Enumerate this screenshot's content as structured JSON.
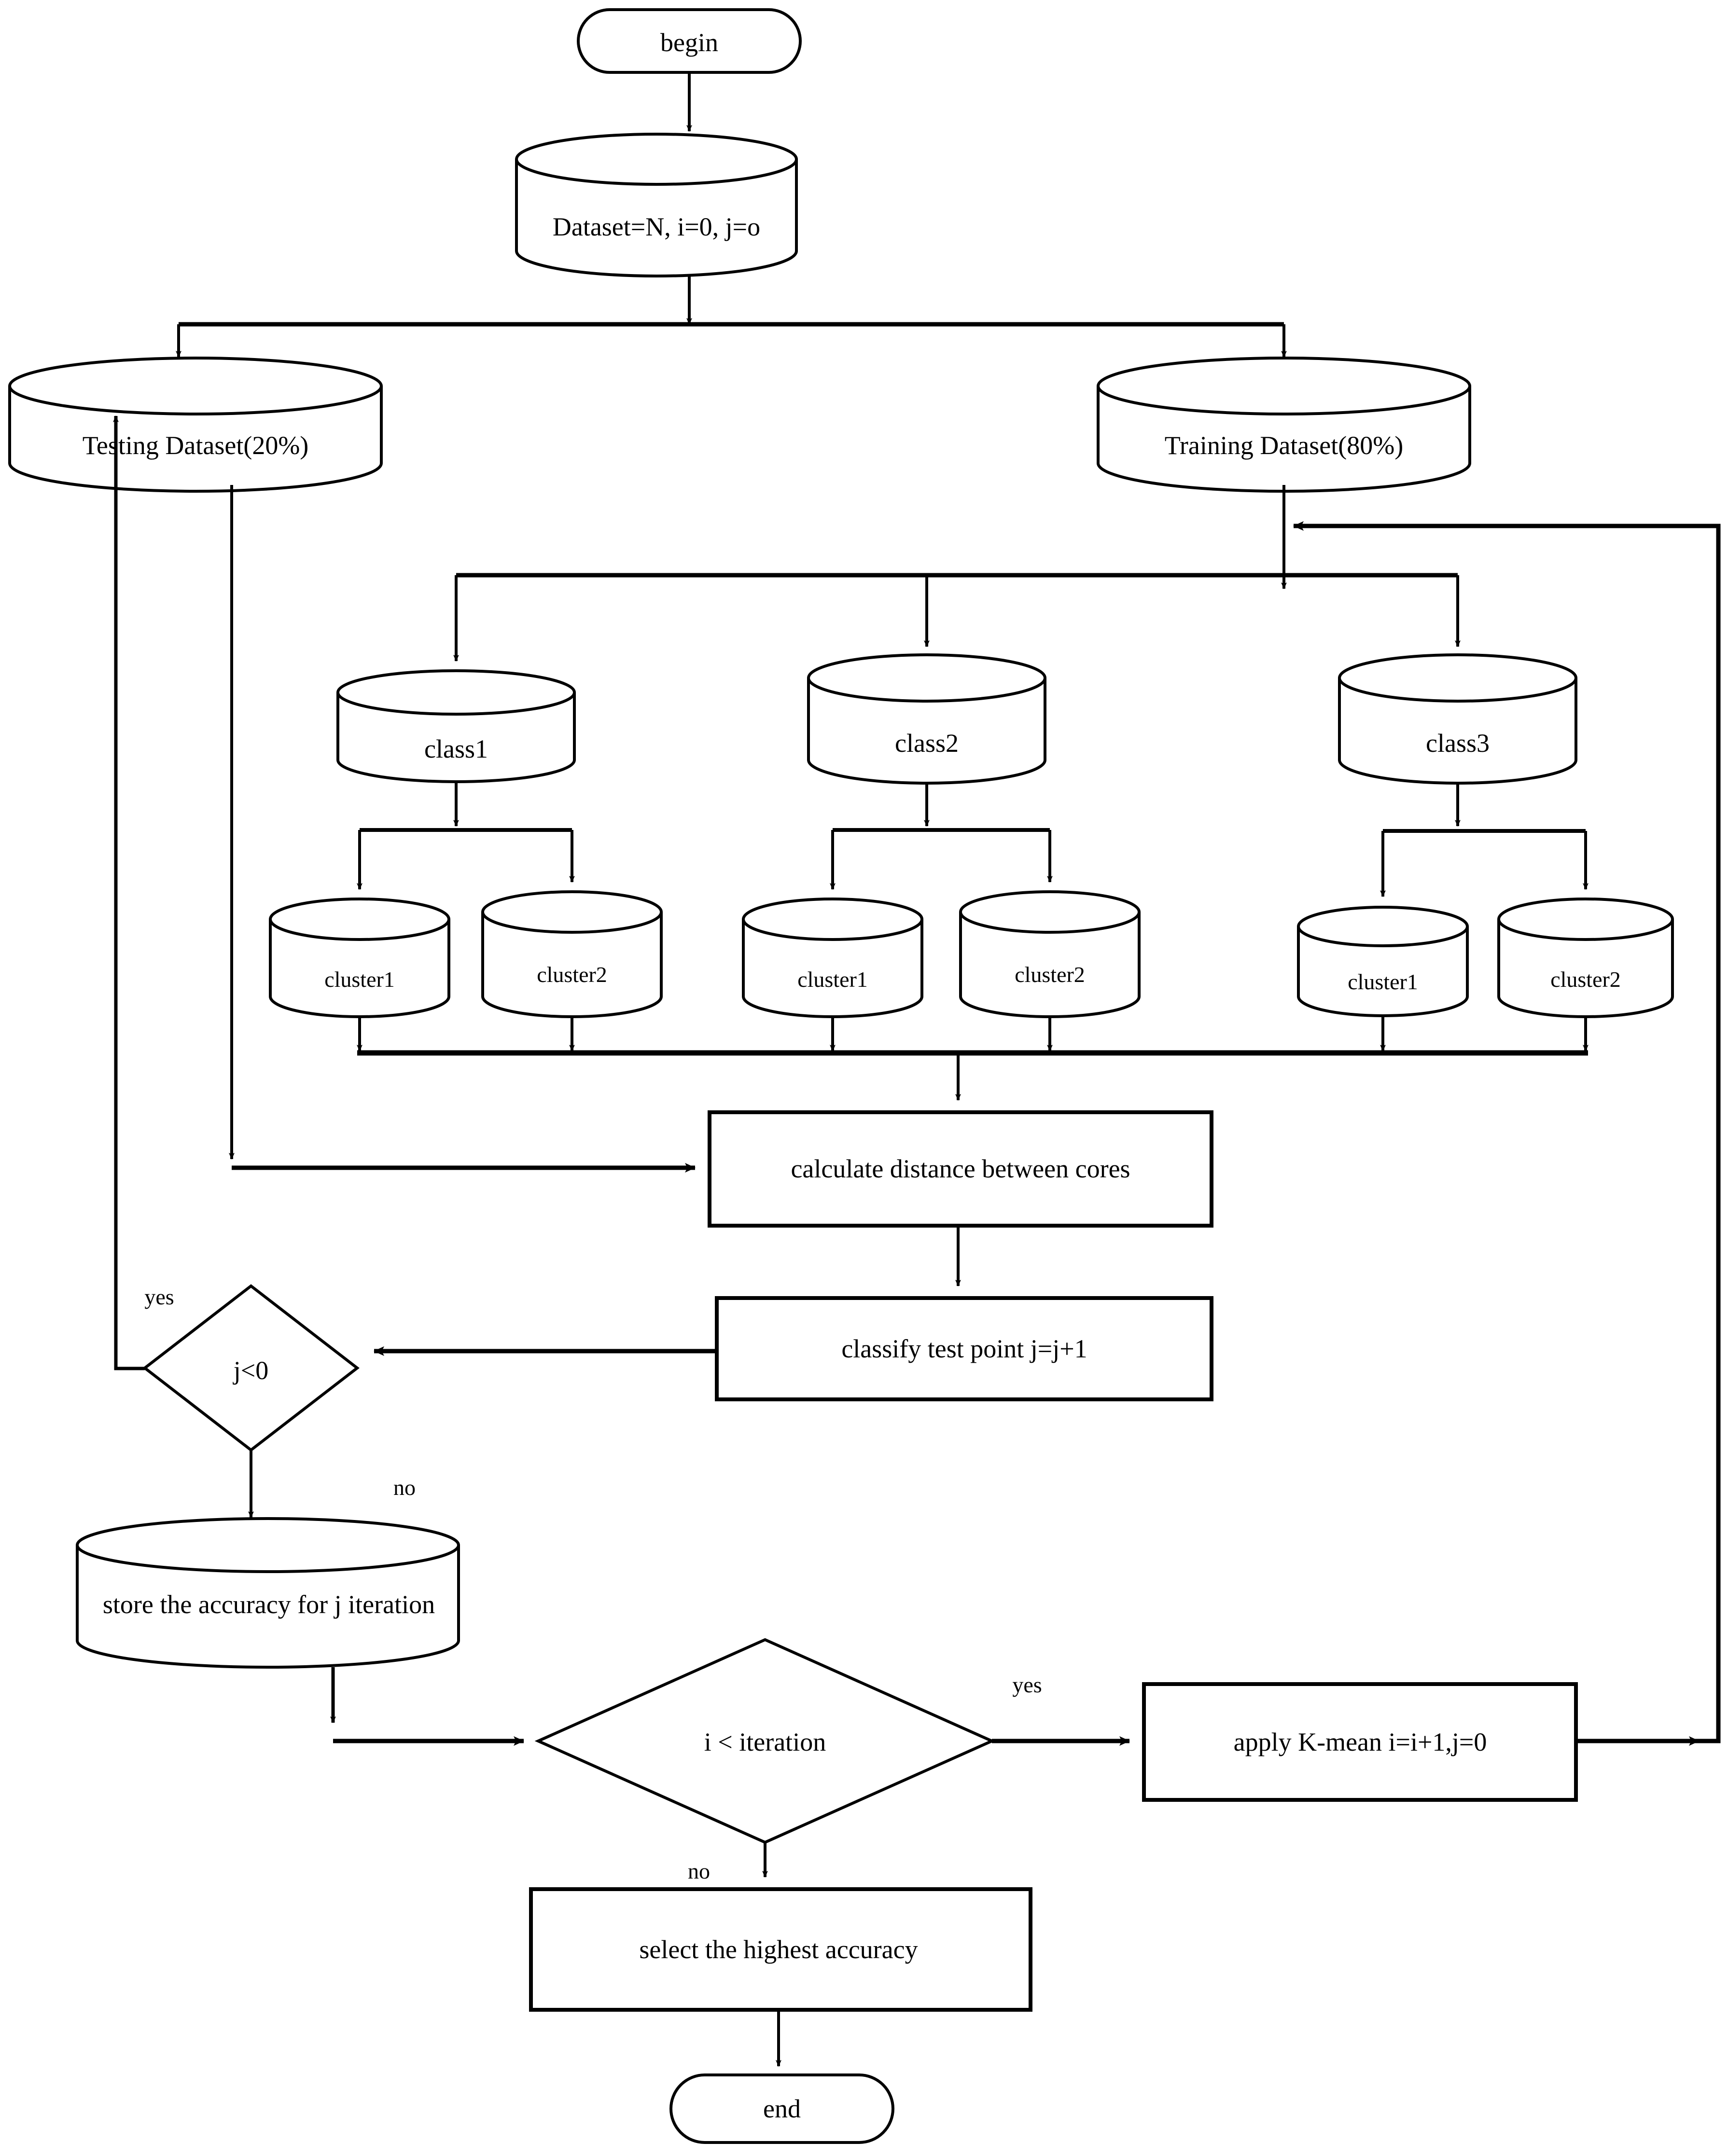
{
  "diagram": {
    "title": "K-mean clustering classification flowchart",
    "type": "flowchart",
    "stroke_color": "#000000",
    "fill_color": "#ffffff",
    "background": "#ffffff"
  },
  "nodes": {
    "begin": {
      "label": "begin",
      "shape": "terminator"
    },
    "dataset": {
      "label": "Dataset=N, i=0, j=o",
      "shape": "cylinder"
    },
    "testing": {
      "label": "Testing Dataset(20%)",
      "shape": "cylinder"
    },
    "training": {
      "label": "Training Dataset(80%)",
      "shape": "cylinder"
    },
    "class1": {
      "label": "class1",
      "shape": "cylinder"
    },
    "class2": {
      "label": "class2",
      "shape": "cylinder"
    },
    "class3": {
      "label": "class3",
      "shape": "cylinder"
    },
    "c1_cluster1": {
      "label": "cluster1",
      "shape": "cylinder"
    },
    "c1_cluster2": {
      "label": "cluster2",
      "shape": "cylinder"
    },
    "c2_cluster1": {
      "label": "cluster1",
      "shape": "cylinder"
    },
    "c2_cluster2": {
      "label": "cluster2",
      "shape": "cylinder"
    },
    "c3_cluster1": {
      "label": "cluster1",
      "shape": "cylinder"
    },
    "c3_cluster2": {
      "label": "cluster2",
      "shape": "cylinder"
    },
    "calc_distance": {
      "label": "calculate distance between cores",
      "shape": "process"
    },
    "classify": {
      "label": "classify test point j=j+1",
      "shape": "process"
    },
    "j_lt_0": {
      "label": "j<0",
      "shape": "decision"
    },
    "store_accuracy": {
      "label": "store the accuracy for j iteration",
      "shape": "cylinder"
    },
    "i_lt_iteration": {
      "label": "i < iteration",
      "shape": "decision"
    },
    "apply_kmean": {
      "label": "apply K-mean i=i+1,j=0",
      "shape": "process"
    },
    "select_highest": {
      "label": "select the highest accuracy",
      "shape": "process"
    },
    "end": {
      "label": "end",
      "shape": "terminator"
    }
  },
  "edge_labels": {
    "j_yes": "yes",
    "j_no": "no",
    "i_yes": "yes",
    "i_no": "no"
  }
}
